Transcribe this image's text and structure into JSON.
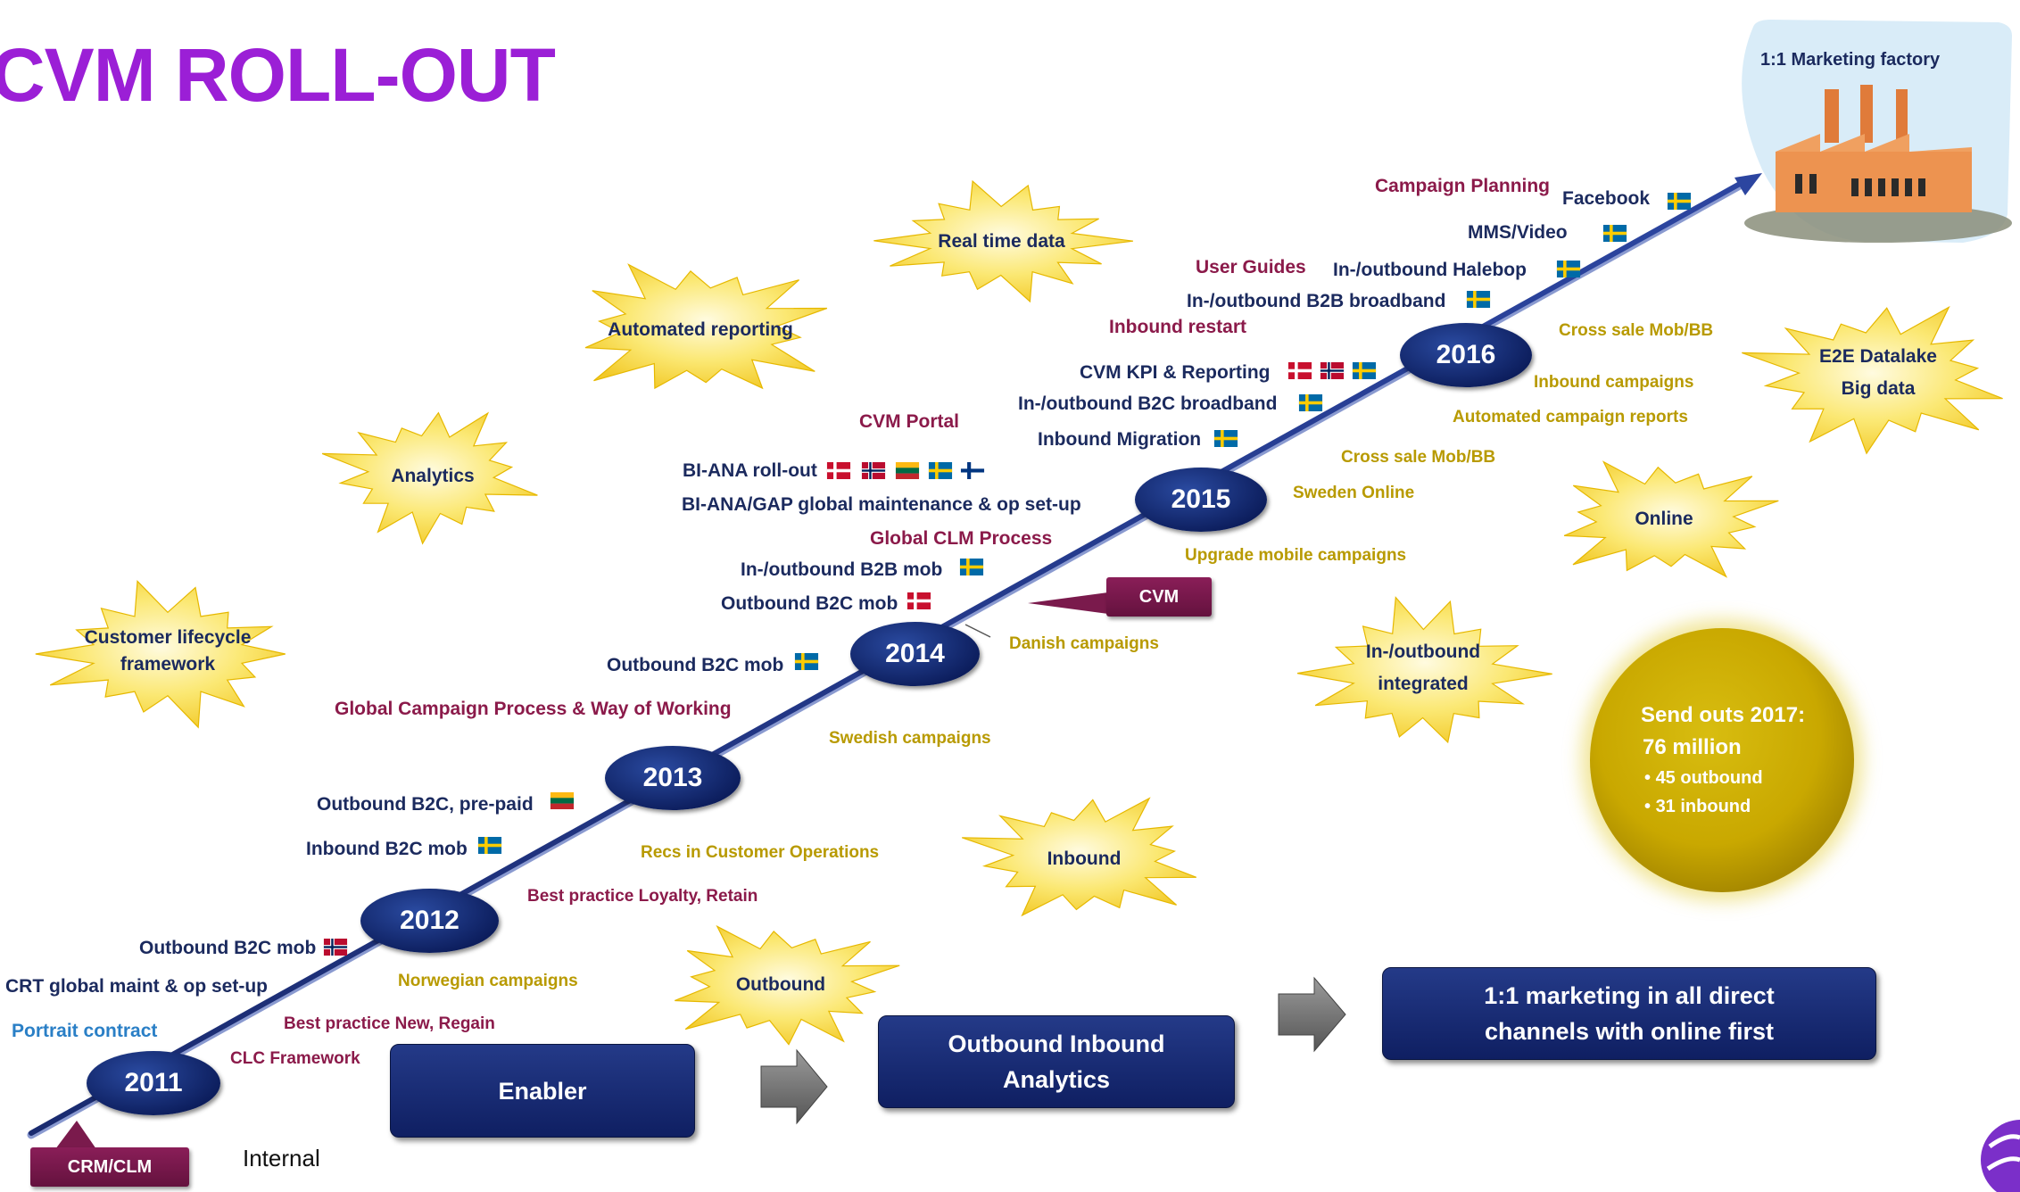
{
  "title": "CVM ROLL-OUT",
  "years": [
    "2011",
    "2012",
    "2013",
    "2014",
    "2015",
    "2016"
  ],
  "factory_label": "1:1 Marketing factory",
  "stars": {
    "customer_lifecycle": [
      "Customer lifecycle",
      "framework"
    ],
    "analytics": "Analytics",
    "automated_reporting": "Automated reporting",
    "real_time_data": "Real time data",
    "e2e": [
      "E2E Datalake",
      "Big data"
    ],
    "online": "Online",
    "inout": [
      "In-/outbound",
      "integrated"
    ],
    "inbound": "Inbound",
    "outbound": "Outbound"
  },
  "timeline_items": {
    "crt_global": "CRT global maint & op  set-up",
    "portrait_contract": "Portrait contract",
    "outbound_b2c_mob_2011": "Outbound B2C mob",
    "best_practice_new": "Best practice New, Regain",
    "clc_framework": "CLC Framework",
    "norwegian_campaigns": "Norwegian campaigns",
    "inbound_b2c_mob": "Inbound B2C mob",
    "outbound_b2c_prepaid": "Outbound B2C, pre-paid",
    "best_practice_loyalty": "Best practice Loyalty, Retain",
    "recs_customer_ops": "Recs in Customer Operations",
    "global_campaign_process": "Global Campaign Process & Way of Working",
    "outbound_b2c_mob_2013": "Outbound B2C mob",
    "swedish_campaigns": "Swedish campaigns",
    "outbound_b2c_mob_2014": "Outbound B2C mob",
    "inout_b2b_mob": "In-/outbound B2B mob",
    "global_clm_process": "Global CLM Process",
    "bi_ana_gap": "BI-ANA/GAP global maintenance & op  set-up",
    "bi_ana_rollout": "BI-ANA roll-out",
    "cvm_portal": "CVM Portal",
    "danish_campaigns": "Danish campaigns",
    "upgrade_mobile": "Upgrade mobile campaigns",
    "sweden_online": "Sweden Online",
    "cross_sale_2015": "Cross sale Mob/BB",
    "inbound_migration": "Inbound Migration",
    "inout_b2c_broadband": "In-/outbound B2C broadband",
    "cvm_kpi": "CVM KPI & Reporting",
    "inbound_restart": "Inbound restart",
    "inout_b2b_broadband": "In-/outbound B2B broadband",
    "user_guides": "User Guides",
    "inout_halebop": "In-/outbound  Halebop",
    "mms_video": "MMS/Video",
    "campaign_planning": "Campaign Planning",
    "facebook": "Facebook",
    "cross_sale_2016": "Cross sale Mob/BB",
    "inbound_campaigns": "Inbound campaigns",
    "automated_campaign_reports": "Automated campaign reports"
  },
  "tags": {
    "crm_clm": "CRM/CLM",
    "cvm": "CVM"
  },
  "boxes": {
    "enabler": "Enabler",
    "outbound_inbound": [
      "Outbound Inbound",
      "Analytics"
    ],
    "one_to_one": [
      "1:1 marketing in all direct",
      "channels with online first"
    ]
  },
  "internal_label": "Internal",
  "send_outs": {
    "title": "Send outs 2017:",
    "total": "76 million",
    "items": [
      "45 outbound",
      "31 inbound"
    ]
  },
  "colors": {
    "title": "#9b1fd6",
    "navy": "#1b2a5e",
    "maroon": "#8b1a4a",
    "gold": "#b89a00",
    "star_fill": "#fbe873",
    "sun": "#d4b500"
  },
  "flag_icons": [
    "sweden-flag-icon",
    "denmark-flag-icon",
    "norway-flag-icon",
    "lithuania-flag-icon",
    "finland-flag-icon"
  ]
}
